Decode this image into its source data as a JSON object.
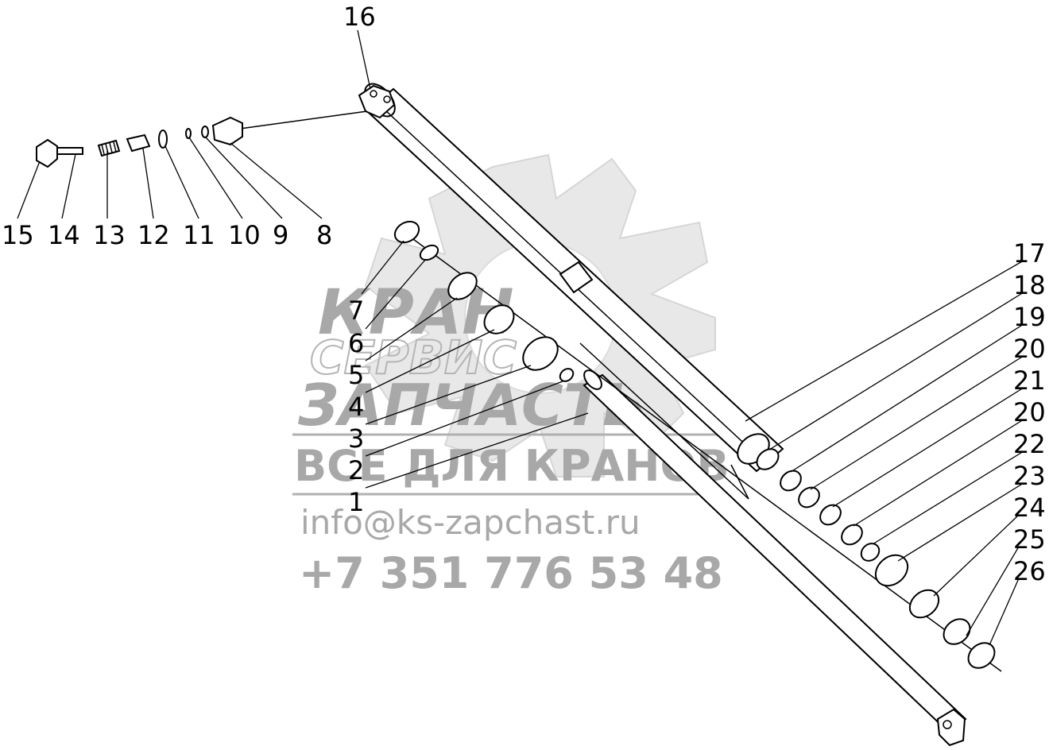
{
  "callouts": {
    "c16": "16",
    "c15": "15",
    "c14": "14",
    "c13": "13",
    "c12": "12",
    "c11": "11",
    "c10": "10",
    "c9": "9",
    "c8": "8",
    "c7": "7",
    "c6": "6",
    "c5": "5",
    "c4": "4",
    "c3": "3",
    "c2": "2",
    "c1": "1",
    "c17": "17",
    "c18": "18",
    "c19": "19",
    "c20a": "20",
    "c21": "21",
    "c20b": "20",
    "c22": "22",
    "c23": "23",
    "c24": "24",
    "c25": "25",
    "c26": "26"
  },
  "watermark": {
    "line1": "КРАН",
    "line2": "СЕРВИС",
    "line3": "ЗАПЧАСТЬ",
    "line4": "ВСЕ ДЛЯ КРАНОВ",
    "email": "info@ks-zapchast.ru",
    "phone": "+7 351 776 53 48"
  },
  "colors": {
    "watermark": "#a8a8a8",
    "gear": "#e6e6e6",
    "linework": "#000000"
  }
}
